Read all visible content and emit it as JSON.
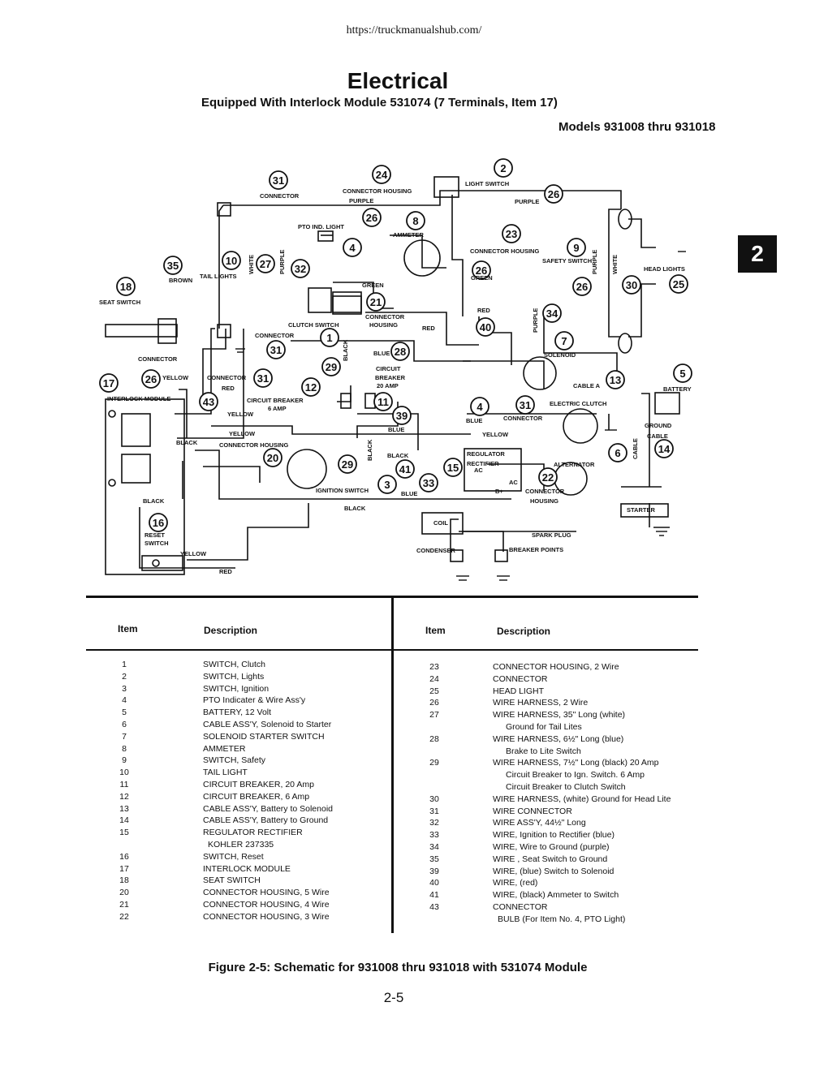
{
  "url": "https://truckmanualshub.com/",
  "page_title": "Electrical",
  "subtitle": "Equipped With Interlock Module 531074 (7 Terminals, Item 17)",
  "models": "Models 931008 thru 931018",
  "section_tab": "2",
  "table": {
    "item_header": "Item",
    "desc_header": "Description",
    "left": [
      {
        "num": "1",
        "desc": "SWITCH, Clutch"
      },
      {
        "num": "2",
        "desc": "SWITCH, Lights"
      },
      {
        "num": "3",
        "desc": "SWITCH, Ignition"
      },
      {
        "num": "4",
        "desc": "PTO Indicater & Wire Ass'y"
      },
      {
        "num": "5",
        "desc": "BATTERY, 12 Volt"
      },
      {
        "num": "6",
        "desc": "CABLE ASS'Y, Solenoid to Starter"
      },
      {
        "num": "7",
        "desc": "SOLENOID STARTER SWITCH"
      },
      {
        "num": "8",
        "desc": "AMMETER"
      },
      {
        "num": "9",
        "desc": "SWITCH, Safety"
      },
      {
        "num": "10",
        "desc": "TAIL LIGHT"
      },
      {
        "num": "11",
        "desc": "CIRCUIT BREAKER, 20 Amp"
      },
      {
        "num": "12",
        "desc": "CIRCUIT BREAKER, 6 Amp"
      },
      {
        "num": "13",
        "desc": "CABLE ASS'Y, Battery to Solenoid"
      },
      {
        "num": "14",
        "desc": "CABLE ASS'Y, Battery to Ground"
      },
      {
        "num": "15",
        "desc": "REGULATOR RECTIFIER"
      },
      {
        "num": "",
        "desc": "KOHLER 237335"
      },
      {
        "num": "16",
        "desc": "SWITCH, Reset"
      },
      {
        "num": "17",
        "desc": "INTERLOCK MODULE"
      },
      {
        "num": "18",
        "desc": "SEAT SWITCH"
      },
      {
        "num": "20",
        "desc": "CONNECTOR HOUSING, 5 Wire"
      },
      {
        "num": "21",
        "desc": "CONNECTOR HOUSING, 4 Wire"
      },
      {
        "num": "22",
        "desc": "CONNECTOR HOUSING, 3 Wire"
      }
    ],
    "right": [
      {
        "num": "23",
        "desc": "CONNECTOR HOUSING, 2 Wire"
      },
      {
        "num": "24",
        "desc": "CONNECTOR"
      },
      {
        "num": "25",
        "desc": "HEAD LIGHT"
      },
      {
        "num": "26",
        "desc": "WIRE HARNESS, 2 Wire"
      },
      {
        "num": "27",
        "desc": "WIRE HARNESS, 35\" Long (white)"
      },
      {
        "num": "",
        "desc": "Ground for Tail Lites"
      },
      {
        "num": "28",
        "desc": "WIRE HARNESS, 6½\" Long (blue)"
      },
      {
        "num": "",
        "desc": "Brake to Lite Switch"
      },
      {
        "num": "29",
        "desc": "WIRE HARNESS, 7½\" Long (black) 20 Amp"
      },
      {
        "num": "",
        "desc": "Circuit Breaker to Ign. Switch. 6 Amp"
      },
      {
        "num": "",
        "desc": "Circuit Breaker to Clutch Switch"
      },
      {
        "num": "30",
        "desc": "WIRE HARNESS, (white) Ground for Head Lite"
      },
      {
        "num": "31",
        "desc": "WIRE CONNECTOR"
      },
      {
        "num": "32",
        "desc": "WIRE ASS'Y, 44½\" Long"
      },
      {
        "num": "33",
        "desc": "WIRE, Ignition to Rectifier (blue)"
      },
      {
        "num": "34",
        "desc": "WIRE, Wire to Ground (purple)"
      },
      {
        "num": "35",
        "desc": "WIRE , Seat Switch to Ground"
      },
      {
        "num": "39",
        "desc": "WIRE, (blue) Switch to Solenoid"
      },
      {
        "num": "40",
        "desc": "WIRE, (red)"
      },
      {
        "num": "41",
        "desc": "WIRE, (black) Ammeter to Switch"
      },
      {
        "num": "43",
        "desc": "CONNECTOR"
      },
      {
        "num": "",
        "desc": "BULB (For Item No. 4, PTO Light)"
      }
    ]
  },
  "caption": "Figure 2-5: Schematic for 931008 thru 931018 with 531074 Module",
  "page_number": "2-5",
  "diagram": {
    "callouts": [
      {
        "n": "31"
      },
      {
        "n": "24"
      },
      {
        "n": "2"
      },
      {
        "n": "26"
      },
      {
        "n": "26"
      },
      {
        "n": "8"
      },
      {
        "n": "23"
      },
      {
        "n": "4"
      },
      {
        "n": "9"
      },
      {
        "n": "35"
      },
      {
        "n": "10"
      },
      {
        "n": "27"
      },
      {
        "n": "32"
      },
      {
        "n": "26"
      },
      {
        "n": "18"
      },
      {
        "n": "21"
      },
      {
        "n": "26"
      },
      {
        "n": "30"
      },
      {
        "n": "25"
      },
      {
        "n": "34"
      },
      {
        "n": "40"
      },
      {
        "n": "1"
      },
      {
        "n": "7"
      },
      {
        "n": "31"
      },
      {
        "n": "28"
      },
      {
        "n": "29"
      },
      {
        "n": "17"
      },
      {
        "n": "26"
      },
      {
        "n": "31"
      },
      {
        "n": "12"
      },
      {
        "n": "13"
      },
      {
        "n": "5"
      },
      {
        "n": "43"
      },
      {
        "n": "11"
      },
      {
        "n": "4"
      },
      {
        "n": "31"
      },
      {
        "n": "39"
      },
      {
        "n": "20"
      },
      {
        "n": "29"
      },
      {
        "n": "41"
      },
      {
        "n": "15"
      },
      {
        "n": "6"
      },
      {
        "n": "14"
      },
      {
        "n": "22"
      },
      {
        "n": "3"
      },
      {
        "n": "33"
      },
      {
        "n": "16"
      }
    ],
    "labels": [
      {
        "t": "CONNECTOR HOUSING"
      },
      {
        "t": "LIGHT SWITCH"
      },
      {
        "t": "CONNECTOR"
      },
      {
        "t": "PURPLE"
      },
      {
        "t": "PURPLE"
      },
      {
        "t": "PTO IND. LIGHT"
      },
      {
        "t": "AMMETER"
      },
      {
        "t": "CONNECTOR HOUSING"
      },
      {
        "t": "SAFETY SWITCH"
      },
      {
        "t": "HEAD LIGHTS"
      },
      {
        "t": "TAIL LIGHTS"
      },
      {
        "t": "BROWN"
      },
      {
        "t": "WHITE"
      },
      {
        "t": "PURPLE"
      },
      {
        "t": "GREEN"
      },
      {
        "t": "GREEN"
      },
      {
        "t": "PURPLE"
      },
      {
        "t": "WHITE"
      },
      {
        "t": "SEAT SWITCH"
      },
      {
        "t": "CONNECTOR"
      },
      {
        "t": "HOUSING"
      },
      {
        "t": "RED"
      },
      {
        "t": "RED"
      },
      {
        "t": "PURPLE"
      },
      {
        "t": "CLUTCH SWITCH"
      },
      {
        "t": "CONNECTOR"
      },
      {
        "t": "CONNECTOR"
      },
      {
        "t": "BLUE"
      },
      {
        "t": "SOLENOID"
      },
      {
        "t": "BLACK"
      },
      {
        "t": "CIRCUIT"
      },
      {
        "t": "BREAKER"
      },
      {
        "t": "20 AMP"
      },
      {
        "t": "YELLOW"
      },
      {
        "t": "CONNECTOR"
      },
      {
        "t": "RED"
      },
      {
        "t": "CABLE A"
      },
      {
        "t": "BATTERY"
      },
      {
        "t": "INTERLOCK MODULE"
      },
      {
        "t": "CIRCUIT BREAKER"
      },
      {
        "t": "6 AMP"
      },
      {
        "t": "YELLOW"
      },
      {
        "t": "ELECTRIC CLUTCH"
      },
      {
        "t": "BLUE"
      },
      {
        "t": "CONNECTOR"
      },
      {
        "t": "BLUE"
      },
      {
        "t": "YELLOW"
      },
      {
        "t": "GROUND"
      },
      {
        "t": "CABLE"
      },
      {
        "t": "YELLOW"
      },
      {
        "t": "BLACK"
      },
      {
        "t": "CONNECTOR HOUSING"
      },
      {
        "t": "BLACK"
      },
      {
        "t": "BLACK"
      },
      {
        "t": "REGULATOR"
      },
      {
        "t": "RECTIFIER"
      },
      {
        "t": "AC"
      },
      {
        "t": "AC"
      },
      {
        "t": "B+"
      },
      {
        "t": "ALTERNATOR"
      },
      {
        "t": "CABLE"
      },
      {
        "t": "CONNECTOR"
      },
      {
        "t": "HOUSING"
      },
      {
        "t": "IGNITION SWITCH"
      },
      {
        "t": "BLUE"
      },
      {
        "t": "BLACK"
      },
      {
        "t": "BLACK"
      },
      {
        "t": "STARTER"
      },
      {
        "t": "COIL"
      },
      {
        "t": "SPARK PLUG"
      },
      {
        "t": "RESET"
      },
      {
        "t": "SWITCH"
      },
      {
        "t": "YELLOW"
      },
      {
        "t": "CONDENSER"
      },
      {
        "t": "BREAKER POINTS"
      },
      {
        "t": "RED"
      }
    ]
  }
}
